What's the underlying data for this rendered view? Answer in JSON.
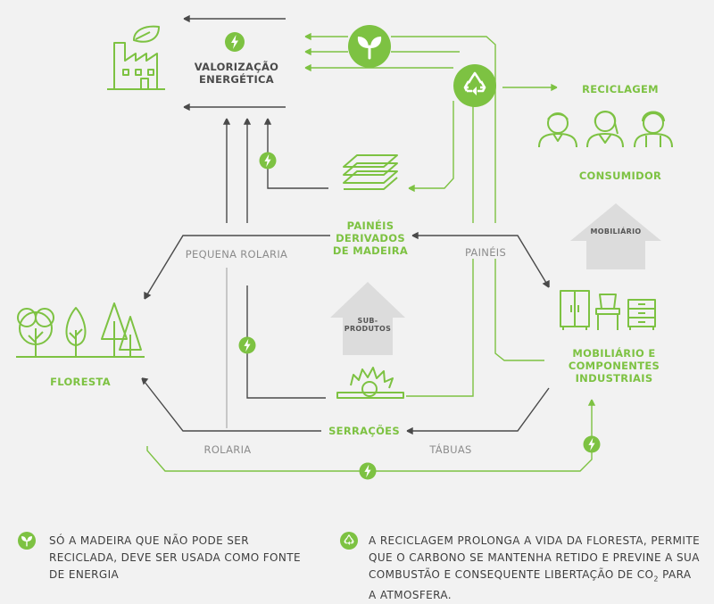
{
  "colors": {
    "accent": "#7dc242",
    "line_dark": "#4a4a4a",
    "line_grey": "#a8a8a8",
    "background": "#f2f2f2",
    "house": "#dcdcdc"
  },
  "nodes": {
    "valorizacao": "VALORIZAÇÃO ENERGÉTICA",
    "paineis_derivados": "PAINÉIS DERIVADOS DE MADEIRA",
    "floresta": "FLORESTA",
    "serracoes": "SERRAÇÕES",
    "mobiliario_componentes": "MOBILIÁRIO E COMPONENTES INDUSTRIAIS",
    "reciclagem": "RECICLAGEM",
    "consumidor": "CONSUMIDOR"
  },
  "flow_labels": {
    "pequena_rolaria": "PEQUENA ROLARIA",
    "paineis": "PAINÉIS",
    "rolaria": "ROLARIA",
    "tabuas": "TÁBUAS"
  },
  "houses": {
    "sub_produtos": "SUB-PRODUTOS",
    "mobiliario": "MOBILIÁRIO"
  },
  "icons": {
    "energy": "lightning-bolt-icon",
    "wood_energy": "sprout-circle-icon",
    "recycle": "recycle-circle-icon"
  },
  "legend": [
    {
      "icon": "sprout-circle-icon",
      "text": "SÓ A MADEIRA QUE NÃO PODE SER RECICLADA, DEVE SER USADA COMO FONTE DE ENERGIA"
    },
    {
      "icon": "recycle-circle-icon",
      "text_before": "A RECICLAGEM PROLONGA A VIDA DA FLORESTA, PERMITE QUE O CARBONO SE MANTENHA RETIDO E PREVINE A SUA COMBUSTÃO E CONSEQUENTE LIBERTAÇÃO DE CO",
      "subscript": "2",
      "text_after": " PARA A ATMOSFERA."
    }
  ]
}
